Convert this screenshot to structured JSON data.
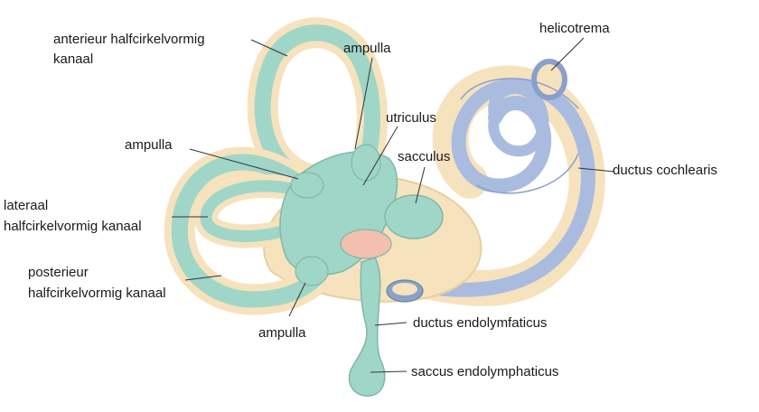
{
  "colors": {
    "membrane": "#9fd6c8",
    "membrane_dark": "#7fb8a9",
    "bone": "#f6e2bd",
    "bone_dark": "#e8cfa0",
    "cochlea": "#a9bce0",
    "cochlea_dark": "#8aa0cc",
    "pink": "#f3bfae",
    "outline": "#5f8f84",
    "leader": "#333333"
  },
  "labels": {
    "anterior": [
      "anterieur halfcirkelvormig",
      "kanaal"
    ],
    "ampulla_top": "ampulla",
    "helicotrema": "helicotrema",
    "utriculus": "utriculus",
    "ampulla_left": "ampulla",
    "sacculus": "sacculus",
    "ductus_cochlearis": "ductus cochlearis",
    "lateraal": [
      "lateraal",
      "halfcirkelvormig kanaal"
    ],
    "posterieur": [
      "posterieur",
      "halfcirkelvormig kanaal"
    ],
    "ductus_endolymfaticus": "ductus endolymfaticus",
    "ampulla_bottom": "ampulla",
    "saccus_endolymphaticus": "saccus endolymphaticus"
  }
}
